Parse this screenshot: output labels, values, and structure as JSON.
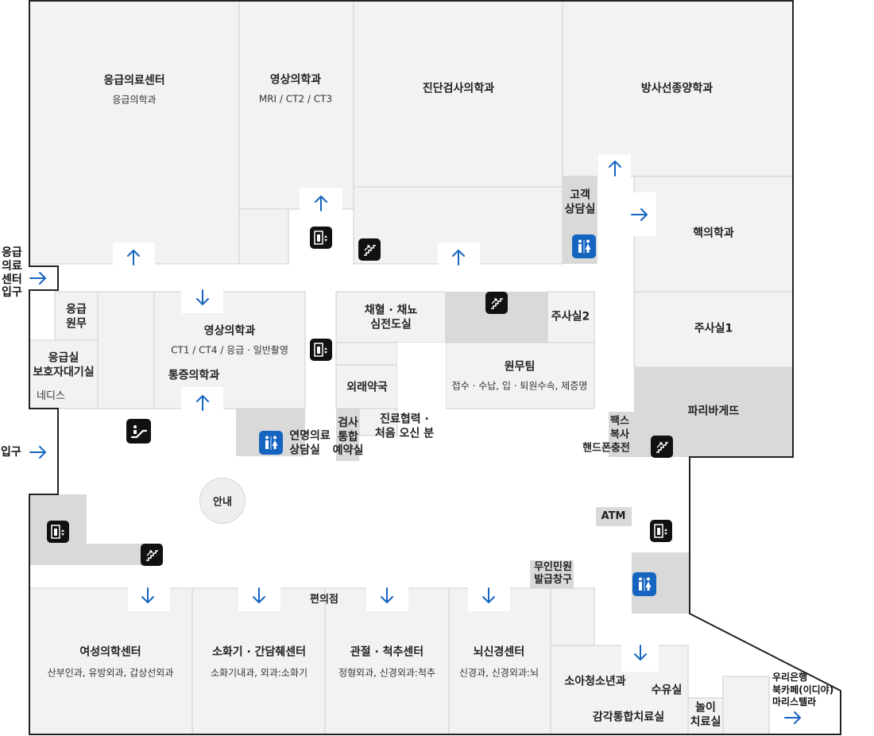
{
  "entrances": {
    "emergency_entrance": {
      "lines": [
        "응급",
        "의료",
        "센터",
        "입구"
      ]
    },
    "main_entrance": "입구",
    "woori_bank_side": {
      "lines": [
        "우리은행",
        "북카페(이디야)",
        "마리스텔라"
      ]
    }
  },
  "rooms": {
    "emergency_center": {
      "name": "응급의료센터",
      "sub": "응급의학과"
    },
    "radiology_top": {
      "name": "영상의학과",
      "sub": "MRI / CT2 / CT3"
    },
    "lab_medicine": {
      "name": "진단검사의학과"
    },
    "radiation_oncology": {
      "name": "방사선종양학과"
    },
    "customer_counsel": {
      "lines": [
        "고객",
        "상담실"
      ]
    },
    "nuclear_medicine": {
      "name": "핵의학과"
    },
    "emergency_admin": {
      "lines": [
        "응급",
        "원무"
      ]
    },
    "guardian_waiting": {
      "lines": [
        "응급실",
        "보호자대기실"
      ]
    },
    "ne_dis": "네디스",
    "radiology_mid": {
      "name": "영상의학과",
      "sub": "CT1 / CT4 / 응급 · 일반촬영"
    },
    "pain_medicine": "통증의학과",
    "yonmyeong_counsel": {
      "lines": [
        "연명의료",
        "상담실"
      ]
    },
    "blood_draw": {
      "lines": [
        "채혈 · 채뇨",
        "심전도실"
      ]
    },
    "injection_2": "주사실2",
    "injection_1": "주사실1",
    "admin_team": {
      "name": "원무팀",
      "sub": "접수 · 수납, 입 · 퇴원수속, 제증명"
    },
    "outpatient_pharmacy": "외래약국",
    "test_reservation": {
      "lines": [
        "검사",
        "통합",
        "예약실"
      ]
    },
    "referral_center": {
      "lines": [
        "진료협력 ·",
        "처음 오신 분"
      ]
    },
    "paris_baguette": "파리바게뜨",
    "fax_copy": {
      "lines": [
        "팩스",
        "복사",
        "핸드폰충전"
      ]
    },
    "info_desk": "안내",
    "atm": "ATM",
    "kiosk": {
      "lines": [
        "무인민원",
        "발급창구"
      ]
    },
    "convenience": "편의점",
    "womens_center": {
      "name": "여성의학센터",
      "sub": "산부인과, 유방외과, 갑상선외과"
    },
    "digestive_center": {
      "name": "소화기 · 간담췌센터",
      "sub": "소화기내과, 외과:소화기"
    },
    "joint_spine_center": {
      "name": "관절 · 척추센터",
      "sub": "정형외과, 신경외과:척추"
    },
    "neuro_center": {
      "name": "뇌신경센터",
      "sub": "신경과, 신경외과:뇌"
    },
    "pediatrics": "소아청소년과",
    "nursing_room": "수유실",
    "sensory_therapy": "감각통합치료실",
    "play_therapy": {
      "lines": [
        "놀이",
        "치료실"
      ]
    }
  },
  "colors": {
    "wall": "#222222",
    "room_fill": "#f2f2f4",
    "gray_fill": "#d9d9d9",
    "divider": "#cfcfcf",
    "arrow_blue": "#1565c0",
    "icon_black": "#111111",
    "restroom_blue": "#1565c0"
  },
  "icon_names": [
    "elevator-icon",
    "stairs-icon",
    "escalator-icon",
    "restroom-icon",
    "arrow-icon"
  ]
}
